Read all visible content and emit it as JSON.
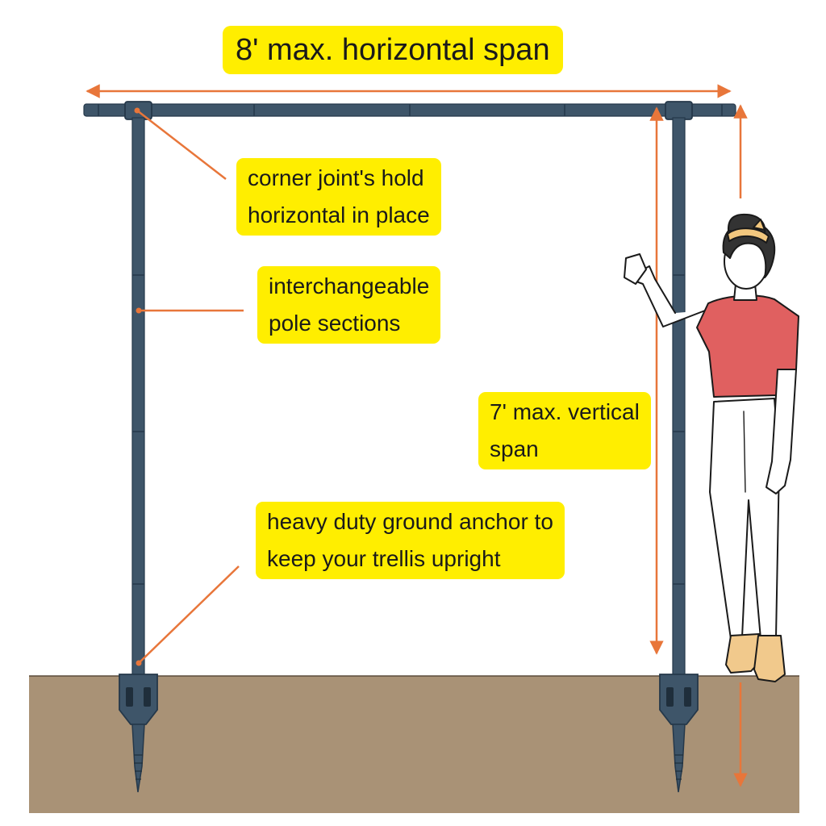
{
  "title": "8' max. horizontal span",
  "callouts": {
    "corner_joint": [
      "corner joint's hold",
      "horizontal in place"
    ],
    "pole_sections": [
      "interchangeable",
      "pole sections"
    ],
    "vertical_span": [
      "7' max. vertical",
      "span"
    ],
    "ground_anchor": [
      "heavy duty ground anchor to",
      "keep your trellis upright"
    ]
  },
  "colors": {
    "label_bg": "#FFEE00",
    "arrow": "#E8763A",
    "pole": "#3E5569",
    "pole_dark": "#25384A",
    "ground": "#A99276",
    "shirt": "#E06060",
    "hair": "#333333",
    "headband": "#F2C77E",
    "shoe": "#F1C98C"
  }
}
